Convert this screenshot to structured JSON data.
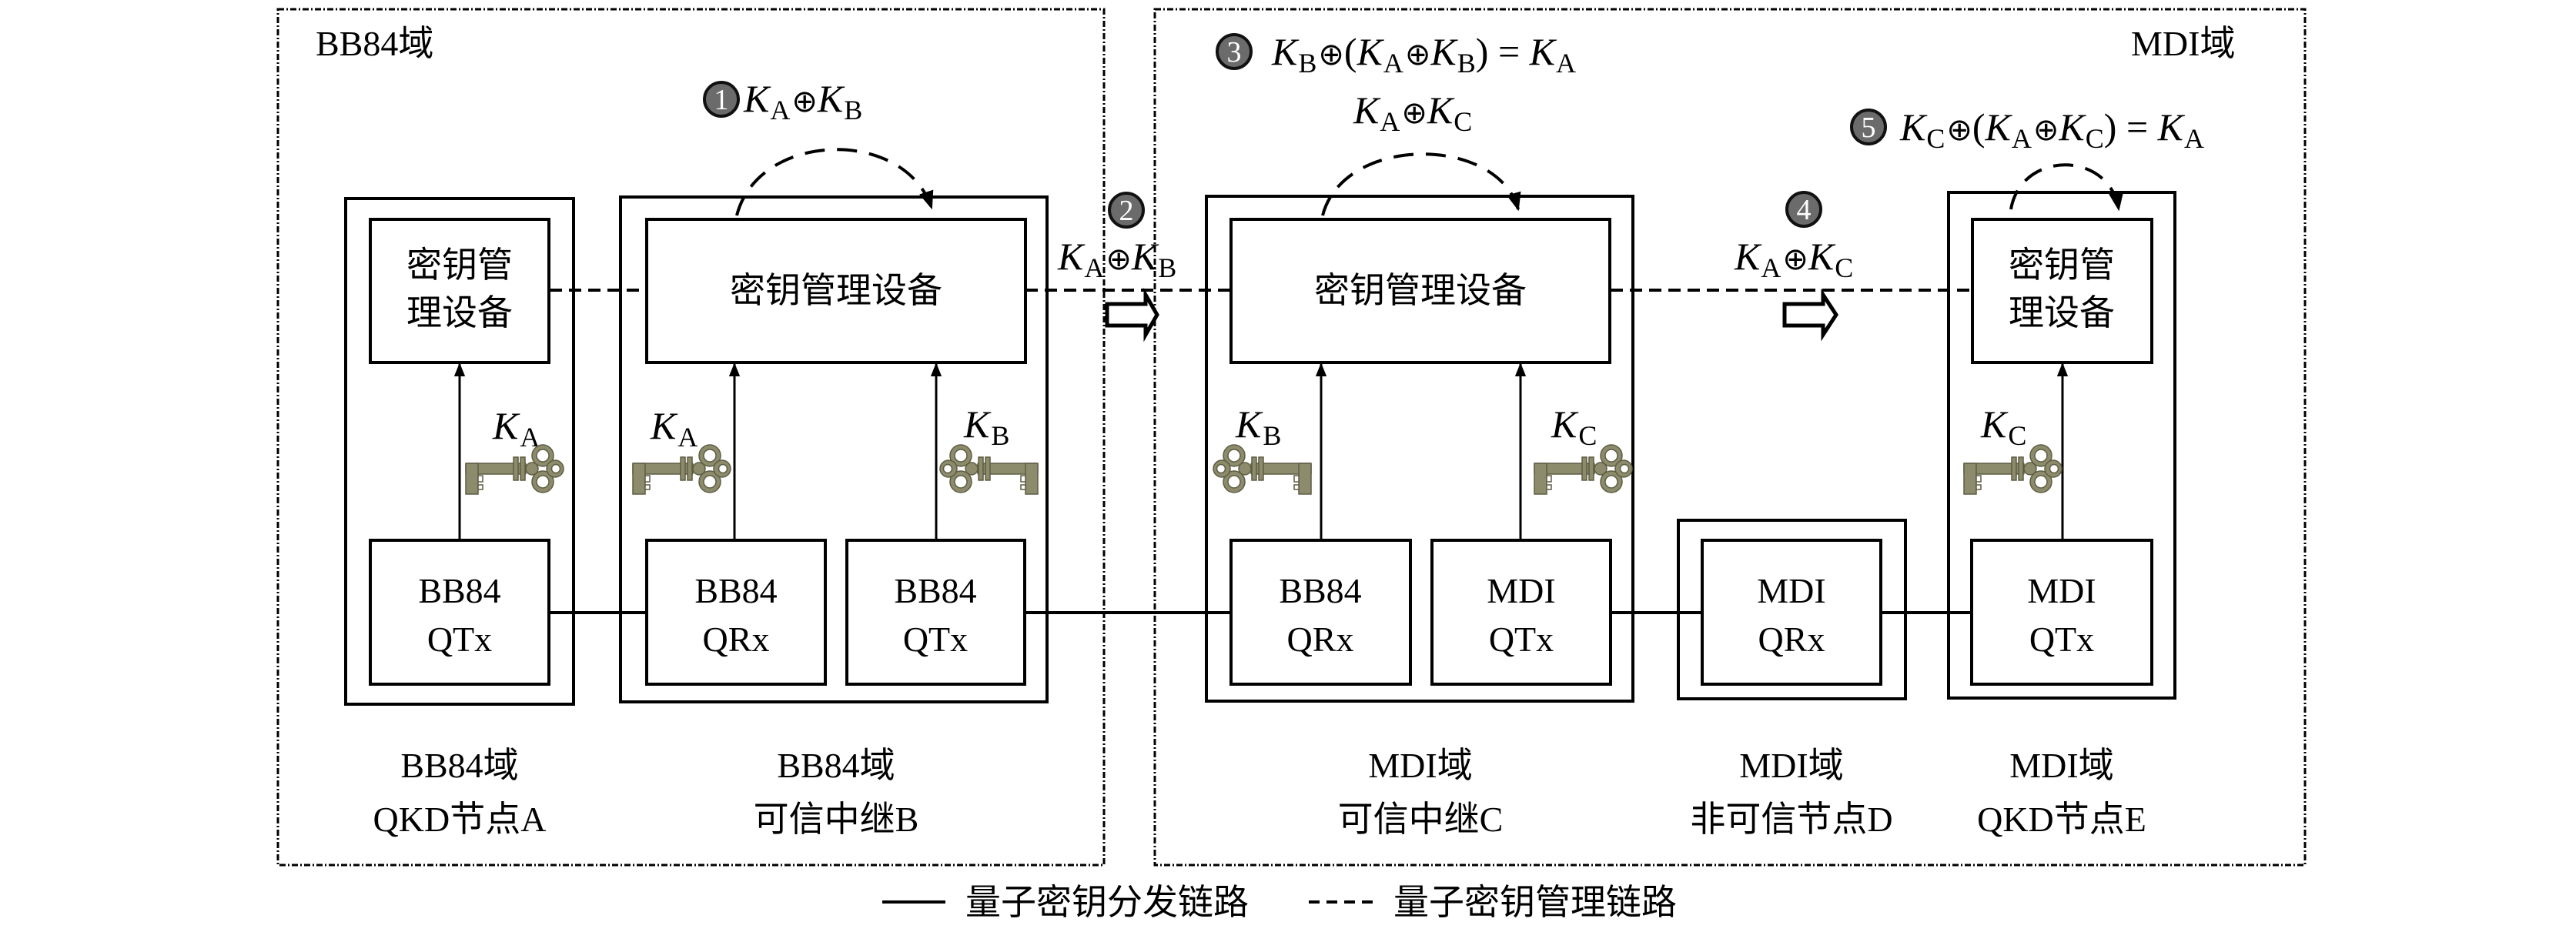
{
  "colors": {
    "key": "#8c8b6b",
    "key_dark": "#5e5d44",
    "badge_fill": "#6b6b6b",
    "badge_stroke": "#111111",
    "line": "#000000"
  },
  "domains": {
    "bb84": {
      "label": "BB84域"
    },
    "mdi": {
      "label": "MDI域"
    }
  },
  "devices": {
    "km_full": "密钥管理设备",
    "km_line1": "密钥管",
    "km_line2": "理设备"
  },
  "nodes": {
    "A": {
      "label_line1": "BB84域",
      "label_line2": "QKD节点A",
      "modules": [
        {
          "line1": "BB84",
          "line2": "QTx"
        }
      ],
      "keys": [
        {
          "name": "K",
          "sub": "A",
          "icon": "key-icon"
        }
      ]
    },
    "B": {
      "label_line1": "BB84域",
      "label_line2": "可信中继B",
      "modules": [
        {
          "line1": "BB84",
          "line2": "QRx"
        },
        {
          "line1": "BB84",
          "line2": "QTx"
        }
      ],
      "keys": [
        {
          "name": "K",
          "sub": "A",
          "icon": "key-icon"
        },
        {
          "name": "K",
          "sub": "B",
          "icon": "key-icon"
        }
      ]
    },
    "C": {
      "label_line1": "MDI域",
      "label_line2": "可信中继C",
      "modules": [
        {
          "line1": "BB84",
          "line2": "QRx"
        },
        {
          "line1": "MDI",
          "line2": "QTx"
        }
      ],
      "keys": [
        {
          "name": "K",
          "sub": "B",
          "icon": "key-icon"
        },
        {
          "name": "K",
          "sub": "C",
          "icon": "key-icon"
        }
      ]
    },
    "D": {
      "label_line1": "MDI域",
      "label_line2": "非可信节点D",
      "modules": [
        {
          "line1": "MDI",
          "line2": "QRx"
        }
      ],
      "keys": []
    },
    "E": {
      "label_line1": "MDI域",
      "label_line2": "QKD节点E",
      "modules": [
        {
          "line1": "MDI",
          "line2": "QTx"
        }
      ],
      "keys": [
        {
          "name": "K",
          "sub": "C",
          "icon": "key-icon"
        }
      ]
    }
  },
  "steps": [
    {
      "number": "1",
      "formula": [
        {
          "v": "K",
          "s": "A"
        },
        {
          "op": "⊕"
        },
        {
          "v": "K",
          "s": "B"
        }
      ]
    },
    {
      "number": "2",
      "formula": [
        {
          "v": "K",
          "s": "A"
        },
        {
          "op": "⊕"
        },
        {
          "v": "K",
          "s": "B"
        }
      ]
    },
    {
      "number": "3",
      "formula": [
        {
          "v": "K",
          "s": "B"
        },
        {
          "op": "⊕"
        },
        {
          "p": "("
        },
        {
          "v": "K",
          "s": "A"
        },
        {
          "op": "⊕"
        },
        {
          "v": "K",
          "s": "B"
        },
        {
          "p": ")"
        },
        {
          "eq": " = "
        },
        {
          "v": "K",
          "s": "A"
        }
      ]
    },
    {
      "number": "4",
      "formula": [
        {
          "v": "K",
          "s": "A"
        },
        {
          "op": "⊕"
        },
        {
          "v": "K",
          "s": "C"
        }
      ]
    },
    {
      "number": "5",
      "formula": [
        {
          "v": "K",
          "s": "C"
        },
        {
          "op": "⊕"
        },
        {
          "p": "("
        },
        {
          "v": "K",
          "s": "A"
        },
        {
          "op": "⊕"
        },
        {
          "v": "K",
          "s": "C"
        },
        {
          "p": ")"
        },
        {
          "eq": " = "
        },
        {
          "v": "K",
          "s": "A"
        }
      ]
    }
  ],
  "relay_c_label": {
    "formula": [
      {
        "v": "K",
        "s": "A"
      },
      {
        "op": "⊕"
      },
      {
        "v": "K",
        "s": "C"
      }
    ]
  },
  "legend": {
    "solid_symbol": "——",
    "solid_label": "量子密钥分发链路",
    "dashed_symbol": "----",
    "dashed_label": "量子密钥管理链路"
  }
}
